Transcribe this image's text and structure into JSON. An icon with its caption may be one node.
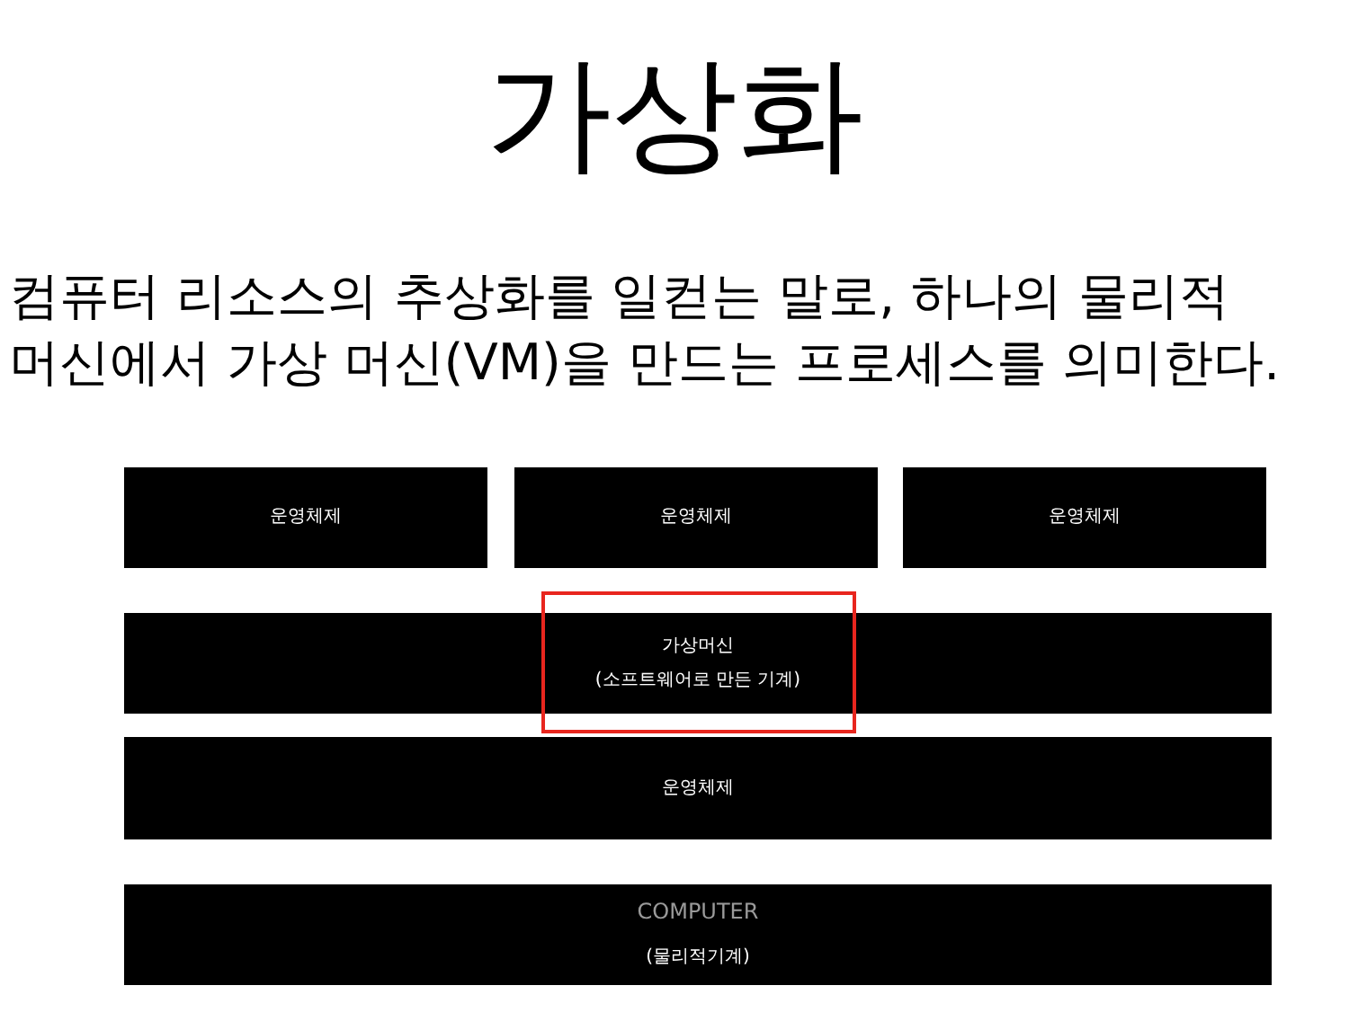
{
  "diagram": {
    "title": "가상화",
    "nodes": [
      {
        "text": [
          "운영체제"
        ]
      },
      {
        "text": [
          "운영체제"
        ]
      },
      {
        "text": [
          "운영체제"
        ]
      },
      {
        "text": [
          "가상머신",
          "(소프트웨어로 만든 기계)"
        ]
      },
      {
        "text": [
          "운영체제"
        ]
      },
      {
        "text": [
          "COMPUTER",
          "(물리적기계)"
        ]
      }
    ],
    "labels": [
      "컴퓨터 리소스의 추상화를 일컫는 말로, 하나의 물리적 머신에서 가상 머신(VM)을 만드는 프로세스를 의미한다."
    ]
  }
}
